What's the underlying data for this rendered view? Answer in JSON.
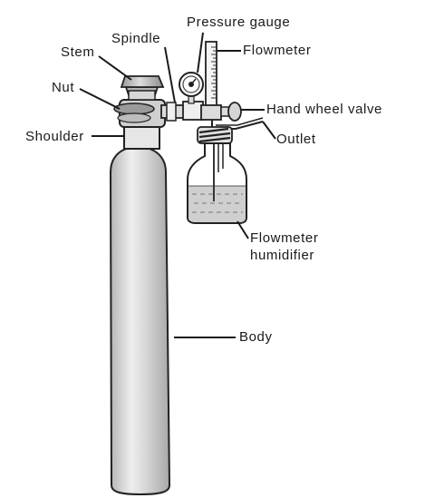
{
  "diagram": {
    "labels": {
      "stem": "Stem",
      "spindle": "Spindle",
      "pressure_gauge": "Pressure gauge",
      "flowmeter": "Flowmeter",
      "nut": "Nut",
      "hand_wheel_valve": "Hand wheel valve",
      "shoulder": "Shoulder",
      "outlet": "Outlet",
      "flowmeter_humidifier_line1": "Flowmeter",
      "flowmeter_humidifier_line2": "humidifier",
      "body": "Body"
    },
    "colors": {
      "outline": "#222222",
      "cylinder_fill": "#c8c8c8",
      "cylinder_highlight": "#f2f2f2",
      "water": "#c9c9c9",
      "background": "#ffffff"
    }
  }
}
